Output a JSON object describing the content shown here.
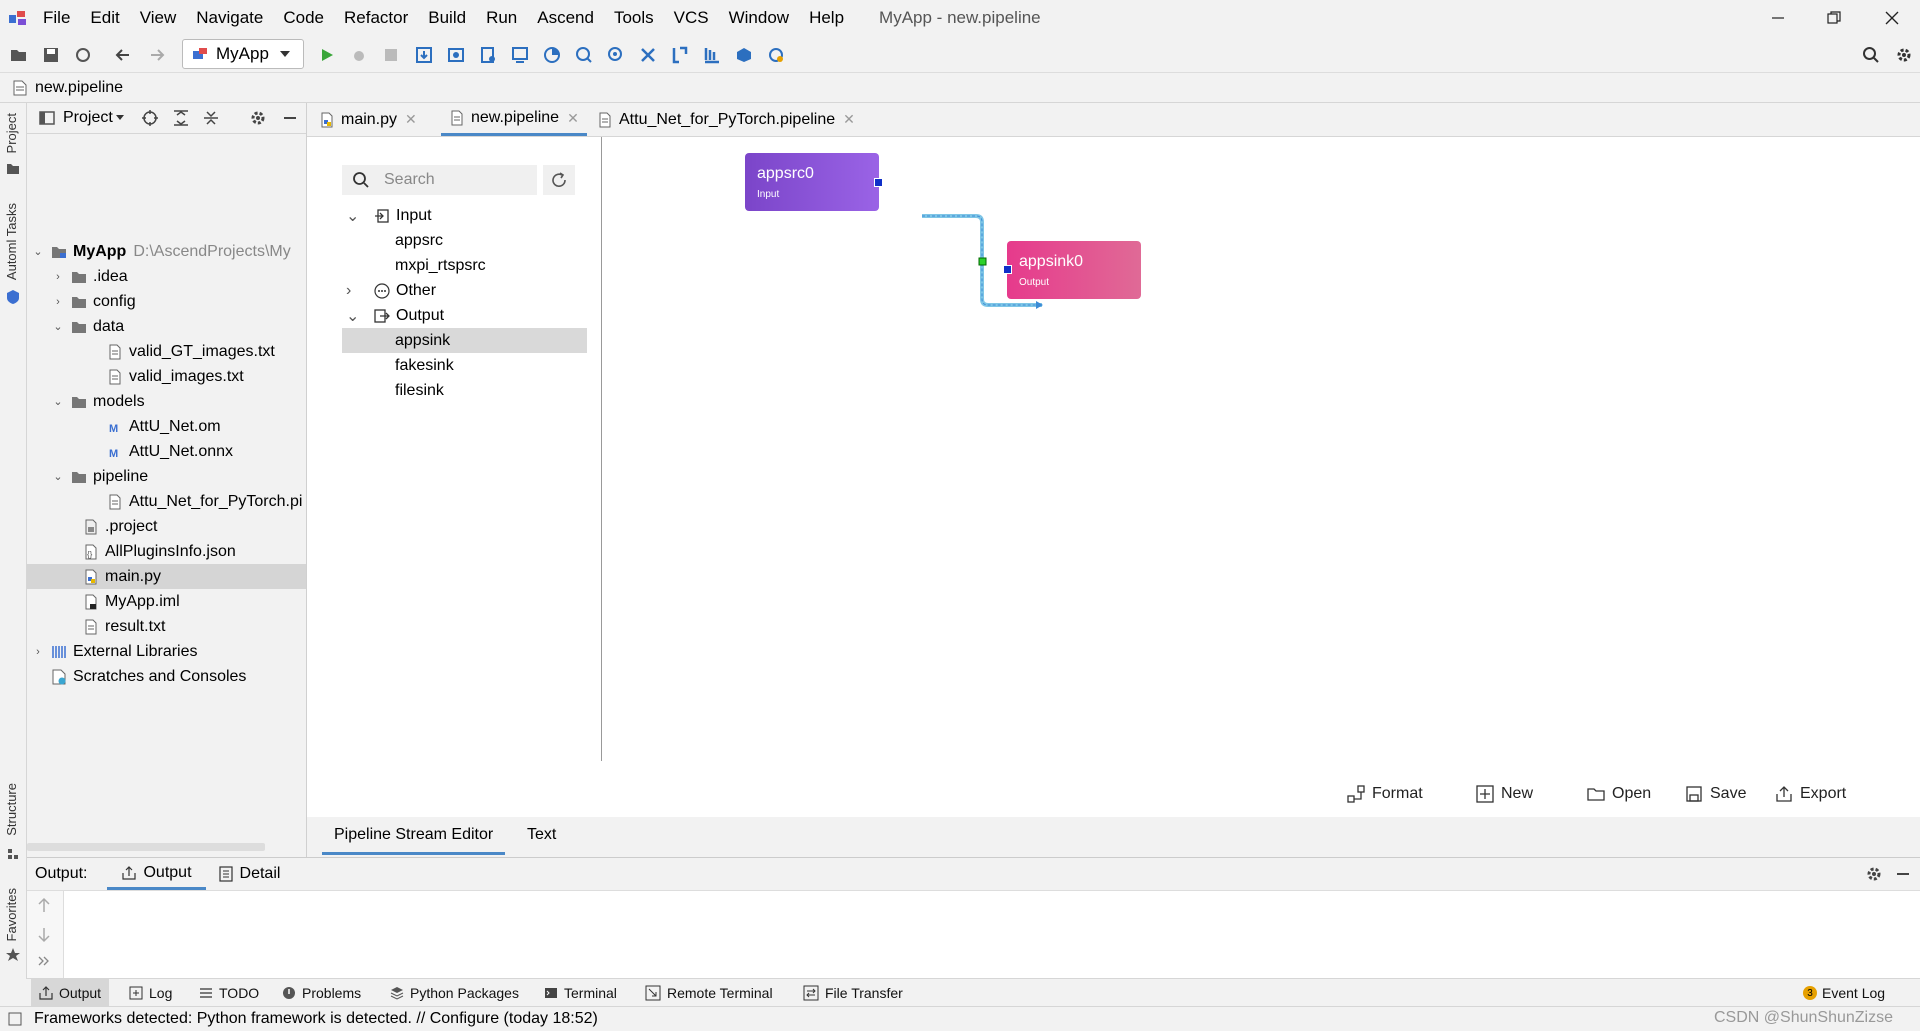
{
  "app": {
    "title": "MyApp - new.pipeline",
    "menu": [
      "File",
      "Edit",
      "View",
      "Navigate",
      "Code",
      "Refactor",
      "Build",
      "Run",
      "Ascend",
      "Tools",
      "VCS",
      "Window",
      "Help"
    ]
  },
  "toolbar": {
    "run_config": "MyApp"
  },
  "navbar": {
    "file": "new.pipeline"
  },
  "left_stripe": {
    "project": "Project",
    "tasks": "Automl Tasks",
    "structure": "Structure",
    "favorites": "Favorites"
  },
  "project": {
    "header": "Project",
    "tree": [
      {
        "label": "MyApp",
        "path": "D:\\AscendProjects\\My"
      },
      {
        "label": ".idea"
      },
      {
        "label": "config"
      },
      {
        "label": "data"
      },
      {
        "label": "valid_GT_images.txt"
      },
      {
        "label": "valid_images.txt"
      },
      {
        "label": "models"
      },
      {
        "label": "AttU_Net.om"
      },
      {
        "label": "AttU_Net.onnx"
      },
      {
        "label": "pipeline"
      },
      {
        "label": "Attu_Net_for_PyTorch.pi"
      },
      {
        "label": ".project"
      },
      {
        "label": "AllPluginsInfo.json"
      },
      {
        "label": "main.py"
      },
      {
        "label": "MyApp.iml"
      },
      {
        "label": "result.txt"
      },
      {
        "label": "External Libraries"
      },
      {
        "label": "Scratches and Consoles"
      }
    ]
  },
  "tabs": [
    {
      "label": "main.py"
    },
    {
      "label": "new.pipeline"
    },
    {
      "label": "Attu_Net_for_PyTorch.pipeline"
    }
  ],
  "palette": {
    "search_placeholder": "Search",
    "items": [
      {
        "label": "Input"
      },
      {
        "label": "appsrc"
      },
      {
        "label": "mxpi_rtspsrc"
      },
      {
        "label": "Other"
      },
      {
        "label": "Output"
      },
      {
        "label": "appsink"
      },
      {
        "label": "fakesink"
      },
      {
        "label": "filesink"
      }
    ]
  },
  "canvas": {
    "nodes": [
      {
        "name": "appsrc0",
        "type": "Input",
        "color": "#8a4fd6"
      },
      {
        "name": "appsink0",
        "type": "Output",
        "color": "#e64c8e"
      }
    ],
    "actions": [
      "Format",
      "New",
      "Open",
      "Save",
      "Export"
    ]
  },
  "editor_tabs": [
    "Pipeline Stream Editor",
    "Text"
  ],
  "output": {
    "label": "Output:",
    "tabs": [
      "Output",
      "Detail"
    ]
  },
  "bottom_tools": [
    "Output",
    "Log",
    "TODO",
    "Problems",
    "Python Packages",
    "Terminal",
    "Remote Terminal",
    "File Transfer"
  ],
  "event_log": {
    "label": "Event Log",
    "count": "3"
  },
  "status": {
    "message": "Frameworks detected: Python framework is detected. // Configure (today 18:52)"
  },
  "watermark": "CSDN @ShunShunZizse"
}
